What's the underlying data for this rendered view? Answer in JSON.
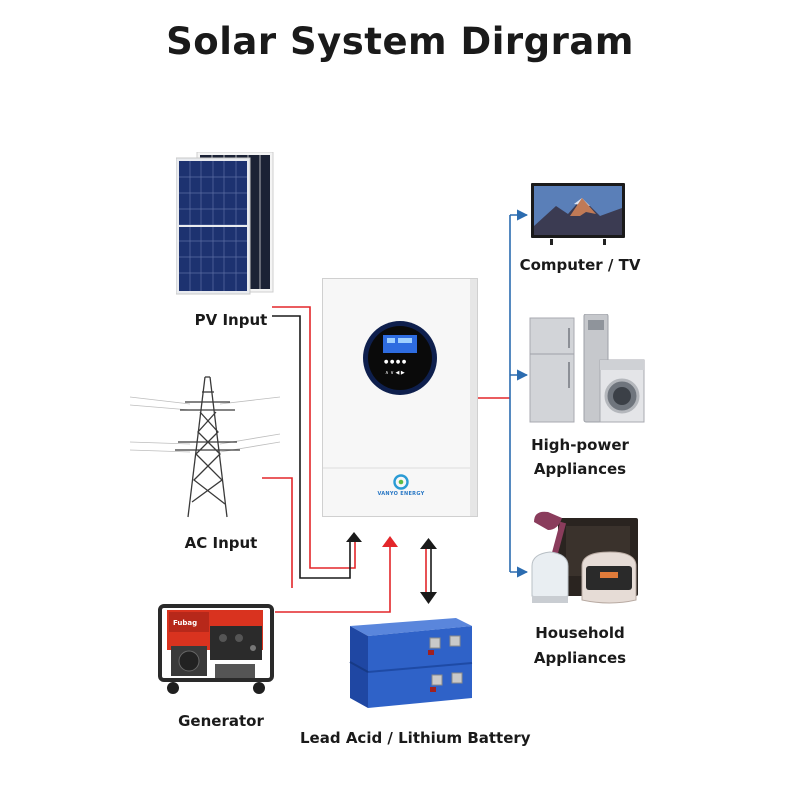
{
  "title": "Solar System Dirgram",
  "inputs": {
    "pv": "PV Input",
    "ac": "AC Input",
    "generator": "Generator",
    "battery": "Lead Acid / Lithium Battery"
  },
  "outputs": {
    "computer_tv": "Computer / TV",
    "high_power_line1": "High-power",
    "high_power_line2": "Appliances",
    "household_line1": "Household",
    "household_line2": "Appliances"
  },
  "inverter": {
    "brand": "VANYO ENERGY"
  },
  "generator_brand": "Fubag",
  "colors": {
    "dc_positive": "#e3262a",
    "dc_negative": "#1a1a1a",
    "output": "#2b6cb0",
    "battery_blue": "#2f62c8",
    "generator_red": "#d9331f"
  }
}
